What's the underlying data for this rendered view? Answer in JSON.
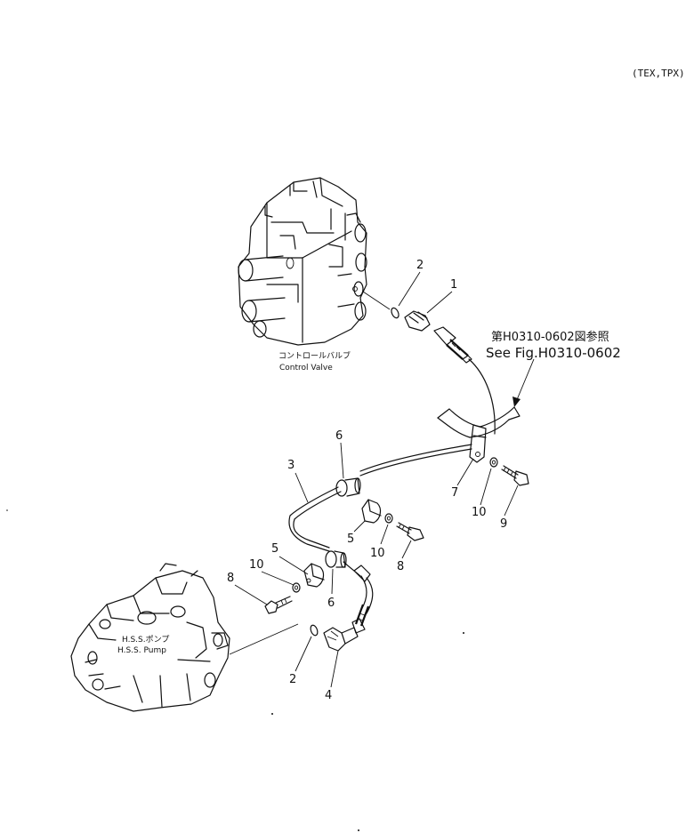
{
  "variant_code": "(TEX,TPX)",
  "components": {
    "control_valve": {
      "label_jp": "コントロールバルブ",
      "label_en": "Control Valve"
    },
    "hss_pump": {
      "label_jp": "H.S.S.ポンプ",
      "label_en": "H.S.S. Pump"
    }
  },
  "reference": {
    "jp": "第H0310-0602図参照",
    "en": "See Fig.H0310-0602"
  },
  "callouts": [
    "1",
    "2",
    "3",
    "4",
    "5",
    "6",
    "7",
    "8",
    "9",
    "10"
  ]
}
